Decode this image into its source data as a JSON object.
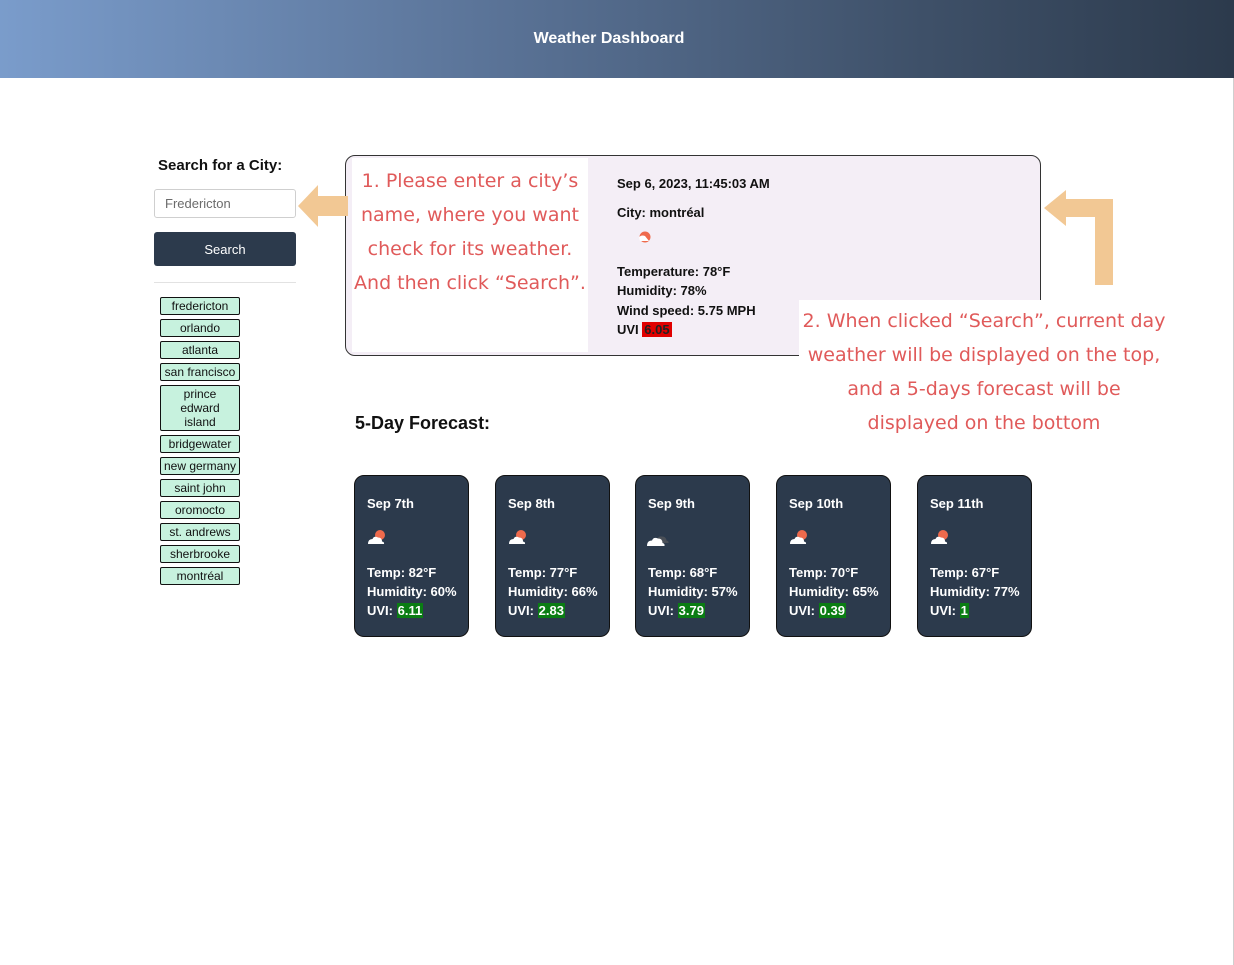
{
  "header": {
    "title": "Weather Dashboard"
  },
  "sidebar": {
    "search_label": "Search for a City:",
    "search_placeholder": "Fredericton",
    "search_button": "Search",
    "cities": [
      "fredericton",
      "orlando",
      "atlanta",
      "san francisco",
      "prince edward island",
      "bridgewater",
      "new germany",
      "saint john",
      "oromocto",
      "st. andrews",
      "sherbrooke",
      "montréal"
    ]
  },
  "current": {
    "date": "Sep 6, 2023, 11:45:03 AM",
    "city": "City: montréal",
    "icon": "partly-sunny-icon",
    "temperature": "Temperature: 78°F",
    "humidity": "Humidity: 78%",
    "wind": "Wind speed: 5.75 MPH",
    "uvi_label": "UVI",
    "uvi_value": "6.05"
  },
  "annotations": {
    "callout_1": "1. Please enter a city’s name, where you want check for its weather. And then click “Search”.",
    "callout_2": "2. When clicked “Search”, current day weather will be displayed on the top, and a 5-days forecast will be displayed on the bottom"
  },
  "forecast": {
    "title": "5-Day Forecast:",
    "days": [
      {
        "date": "Sep 7th",
        "icon": "partly-cloudy-icon",
        "temp": "Temp: 82°F",
        "humidity": "Humidity: 60%",
        "uvi_label": "UVI:",
        "uvi": "6.11"
      },
      {
        "date": "Sep 8th",
        "icon": "partly-cloudy-icon",
        "temp": "Temp: 77°F",
        "humidity": "Humidity: 66%",
        "uvi_label": "UVI:",
        "uvi": "2.83"
      },
      {
        "date": "Sep 9th",
        "icon": "cloudy-icon",
        "temp": "Temp: 68°F",
        "humidity": "Humidity: 57%",
        "uvi_label": "UVI:",
        "uvi": "3.79"
      },
      {
        "date": "Sep 10th",
        "icon": "partly-cloudy-icon",
        "temp": "Temp: 70°F",
        "humidity": "Humidity: 65%",
        "uvi_label": "UVI:",
        "uvi": "0.39"
      },
      {
        "date": "Sep 11th",
        "icon": "partly-cloudy-icon",
        "temp": "Temp: 67°F",
        "humidity": "Humidity: 77%",
        "uvi_label": "UVI:",
        "uvi": "1"
      }
    ]
  },
  "colors": {
    "header_gradient_start": "#7a9ccb",
    "header_gradient_end": "#2c3a4c",
    "card_bg": "#2c3a4c",
    "city_button_bg": "#c7f2de",
    "uvi_high": "#e00000",
    "uvi_low": "#0a7d13",
    "annotation_text": "#e05a5a",
    "annotation_arrow": "#f2c894"
  }
}
